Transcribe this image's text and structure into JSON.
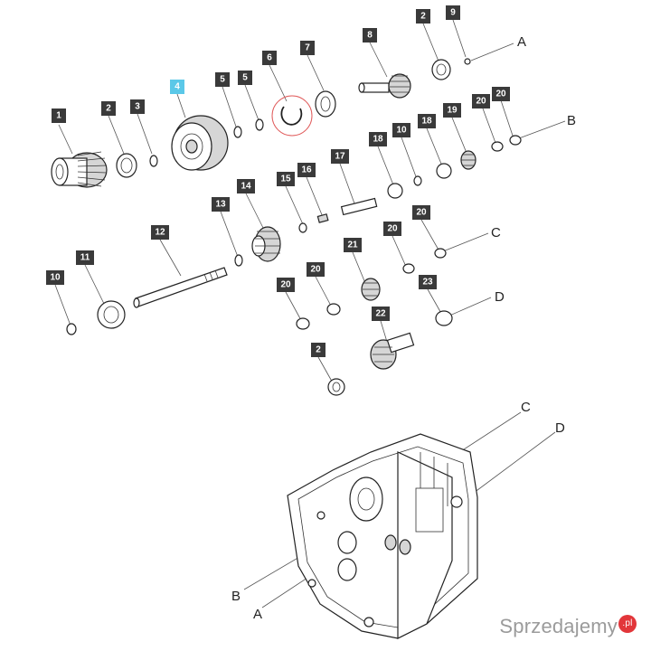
{
  "callouts": [
    {
      "id": "c1",
      "label": "1"
    },
    {
      "id": "c2a",
      "label": "2"
    },
    {
      "id": "c3",
      "label": "3"
    },
    {
      "id": "c4",
      "label": "4",
      "highlighted": true
    },
    {
      "id": "c5a",
      "label": "5"
    },
    {
      "id": "c5b",
      "label": "5"
    },
    {
      "id": "c6",
      "label": "6"
    },
    {
      "id": "c7",
      "label": "7"
    },
    {
      "id": "c8",
      "label": "8"
    },
    {
      "id": "c2b",
      "label": "2"
    },
    {
      "id": "c9",
      "label": "9"
    },
    {
      "id": "c20a",
      "label": "20"
    },
    {
      "id": "c20b",
      "label": "20"
    },
    {
      "id": "c18a",
      "label": "18"
    },
    {
      "id": "c10a",
      "label": "10"
    },
    {
      "id": "c18b",
      "label": "18"
    },
    {
      "id": "c19",
      "label": "19"
    },
    {
      "id": "c17",
      "label": "17"
    },
    {
      "id": "c16",
      "label": "16"
    },
    {
      "id": "c15",
      "label": "15"
    },
    {
      "id": "c14",
      "label": "14"
    },
    {
      "id": "c13",
      "label": "13"
    },
    {
      "id": "c12",
      "label": "12"
    },
    {
      "id": "c20c",
      "label": "20"
    },
    {
      "id": "c20d",
      "label": "20"
    },
    {
      "id": "c21",
      "label": "21"
    },
    {
      "id": "c11",
      "label": "11"
    },
    {
      "id": "c10b",
      "label": "10"
    },
    {
      "id": "c20e",
      "label": "20"
    },
    {
      "id": "c20f",
      "label": "20"
    },
    {
      "id": "c23",
      "label": "23"
    },
    {
      "id": "c22",
      "label": "22"
    },
    {
      "id": "c2c",
      "label": "2"
    }
  ],
  "reference_letters": {
    "a_top": "A",
    "b_right": "B",
    "c_right": "C",
    "d_right": "D",
    "c_housing": "C",
    "d_housing": "D",
    "b_housing": "B",
    "a_housing": "A"
  },
  "colors": {
    "callout_bg": "#3a3a3a",
    "callout_highlight": "#5bc8e8",
    "circlip_ring": "#e05a5a"
  },
  "watermark": {
    "text": "Sprzedajemy",
    "suffix": ".pl"
  }
}
